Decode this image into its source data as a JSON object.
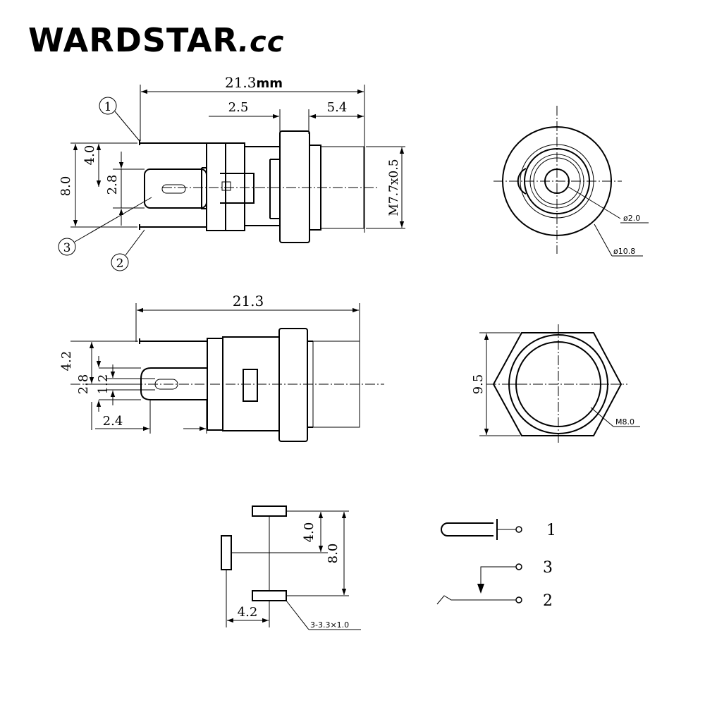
{
  "brand": {
    "name": "WARDSTAR",
    "tld": ".cc"
  },
  "top_view": {
    "overall_length": "21.3",
    "overall_unit": "mm",
    "dim_2_5": "2.5",
    "dim_5_4": "5.4",
    "dim_8_0": "8.0",
    "dim_4_0": "4.0",
    "dim_2_8": "2.8",
    "thread": "M7.7x0.5",
    "pin_1": "1",
    "pin_2": "2",
    "pin_3": "3"
  },
  "front_view": {
    "pin_dia": "ø2.0",
    "body_dia": "ø10.8"
  },
  "side_view": {
    "overall_length": "21.3",
    "dim_4_2": "4.2",
    "dim_2_8": "2.8",
    "dim_1_2": "1.2",
    "dim_2_4": "2.4"
  },
  "hex_view": {
    "across_flats": "9.5",
    "thread": "M8.0"
  },
  "footprint": {
    "dim_4_0": "4.0",
    "dim_8_0": "8.0",
    "dim_4_2": "4.2",
    "pad_spec": "3-3.3×1.0"
  },
  "schematic": {
    "label_1": "1",
    "label_3": "3",
    "label_2": "2"
  }
}
